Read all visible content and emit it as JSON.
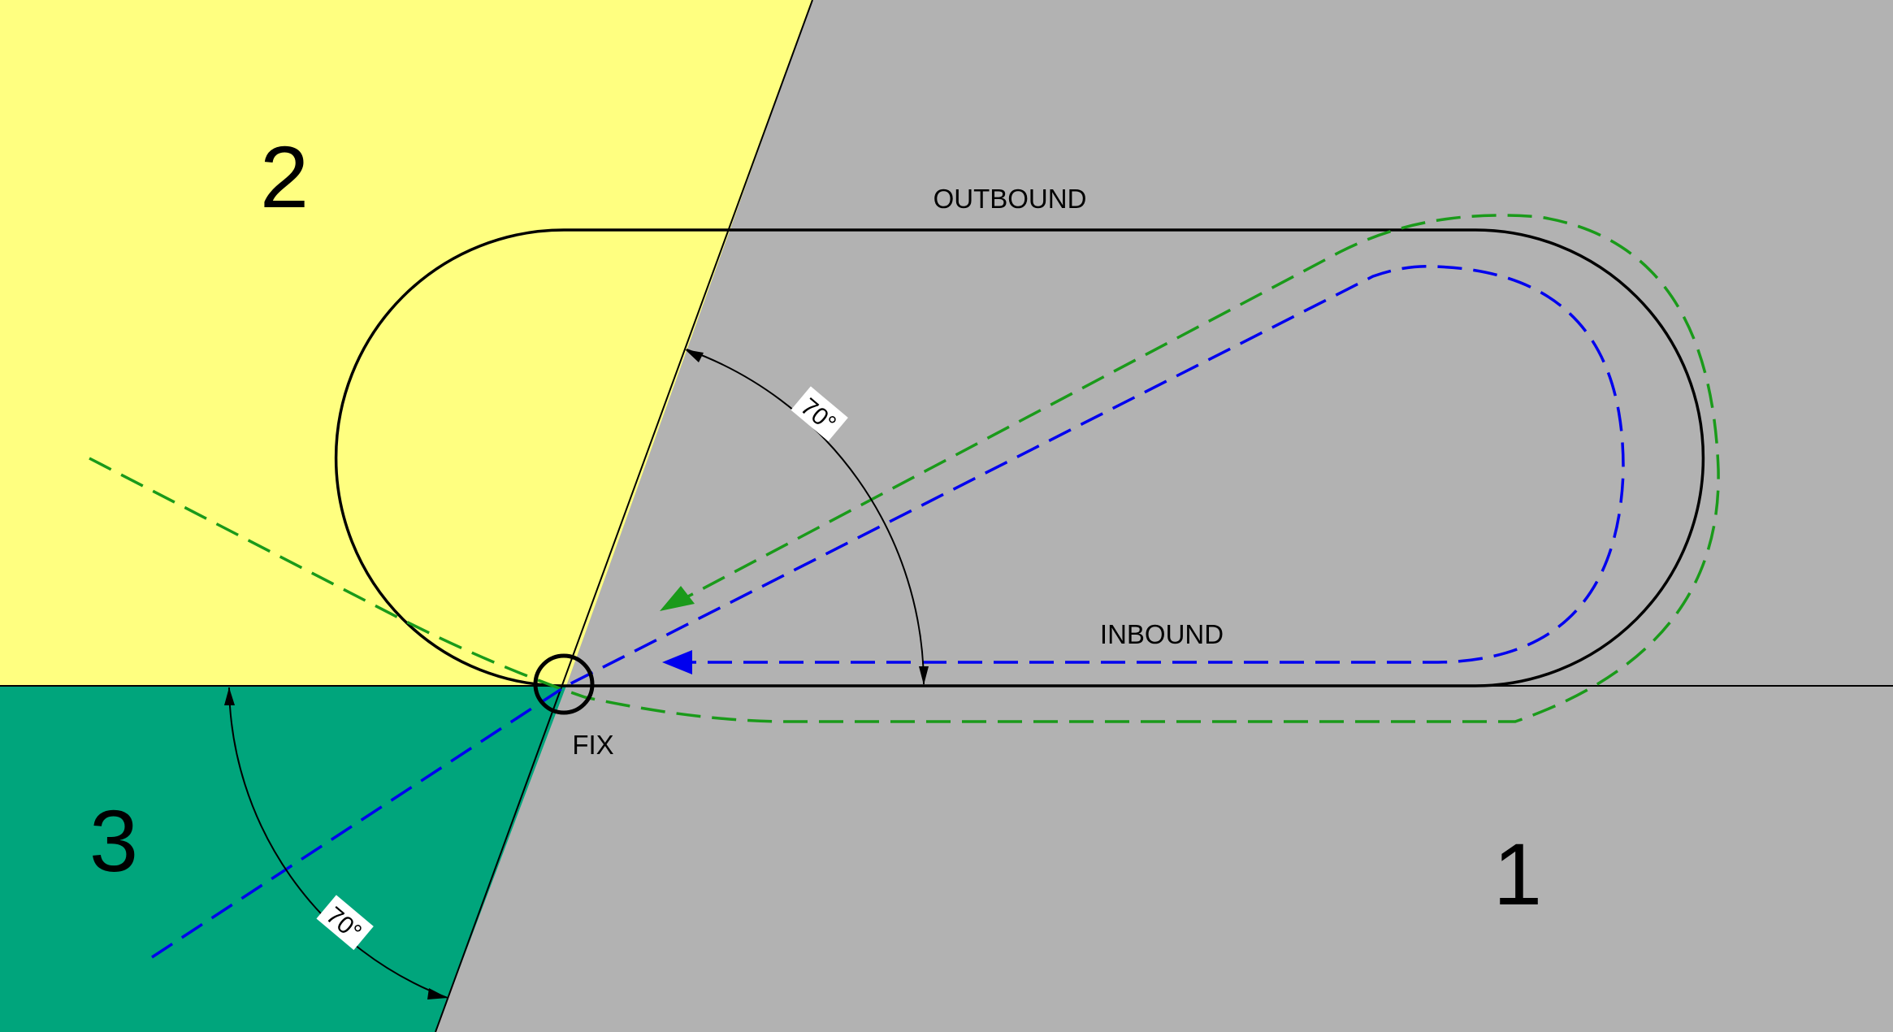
{
  "sectors": {
    "sector_1": {
      "label": "1",
      "color": "#b2b2b2"
    },
    "sector_2": {
      "label": "2",
      "color": "#ffff80"
    },
    "sector_3": {
      "label": "3",
      "color": "#00a57c"
    }
  },
  "labels": {
    "outbound": "OUTBOUND",
    "inbound": "INBOUND",
    "fix": "FIX"
  },
  "angles": {
    "upper": "70°",
    "lower": "70°"
  },
  "colors": {
    "holding_pattern": "#000000",
    "green_path": "#1a9a1a",
    "blue_path": "#0000ee"
  }
}
